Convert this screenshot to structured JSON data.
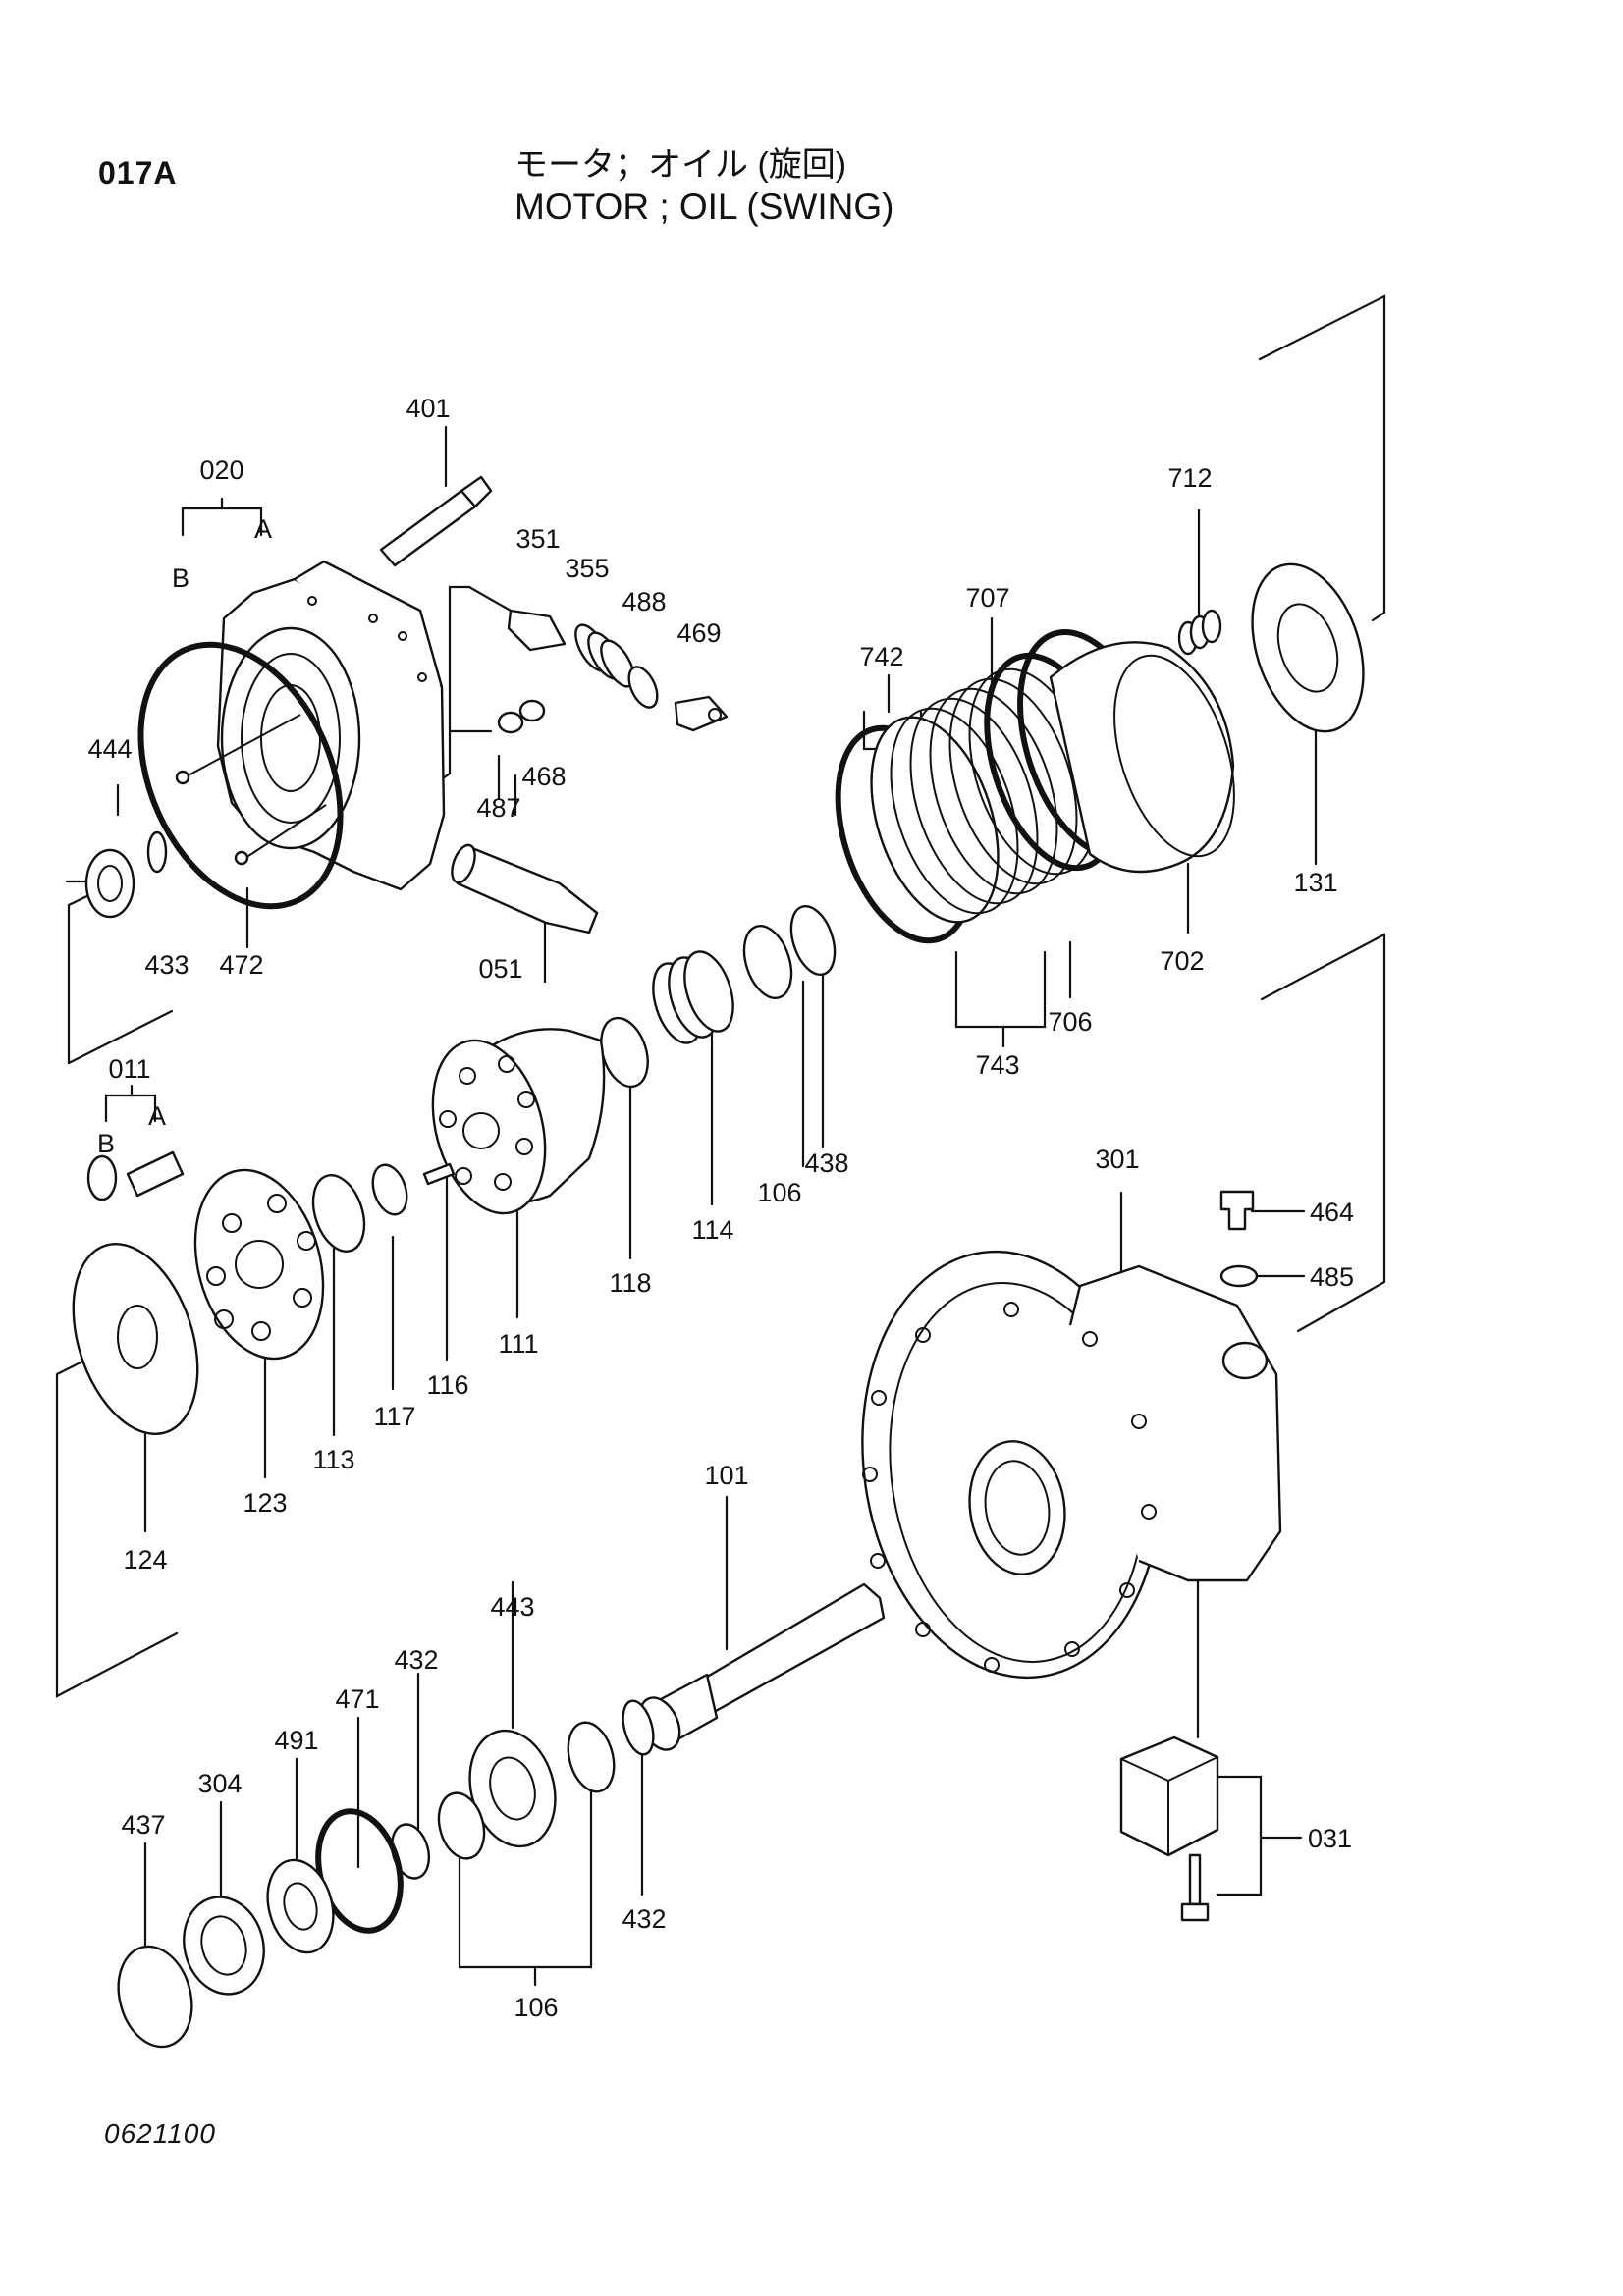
{
  "header": {
    "page_code": "017A",
    "title_jp": "モータ；オイル (旋回)",
    "title_en": "MOTOR ; OIL (SWING)"
  },
  "footer": {
    "drawing_number": "0621100"
  },
  "callouts": {
    "c401": "401",
    "c020": "020",
    "cA1": "A",
    "cB1": "B",
    "c351": "351",
    "c355": "355",
    "c488": "488",
    "c469": "469",
    "c468": "468",
    "c487": "487",
    "c444": "444",
    "c433": "433",
    "c472": "472",
    "c051": "051",
    "c742": "742",
    "c707": "707",
    "c712": "712",
    "c131": "131",
    "c702": "702",
    "c706": "706",
    "c743": "743",
    "c438": "438",
    "c106a": "106",
    "c114": "114",
    "c118": "118",
    "c011": "011",
    "cA2": "A",
    "cB2": "B",
    "c111": "111",
    "c116": "116",
    "c117": "117",
    "c113": "113",
    "c123": "123",
    "c124": "124",
    "c301": "301",
    "c464": "464",
    "c485": "485",
    "c101": "101",
    "c443": "443",
    "c432a": "432",
    "c471": "471",
    "c491": "491",
    "c304": "304",
    "c437": "437",
    "c106b": "106",
    "c432b": "432",
    "c031": "031"
  }
}
